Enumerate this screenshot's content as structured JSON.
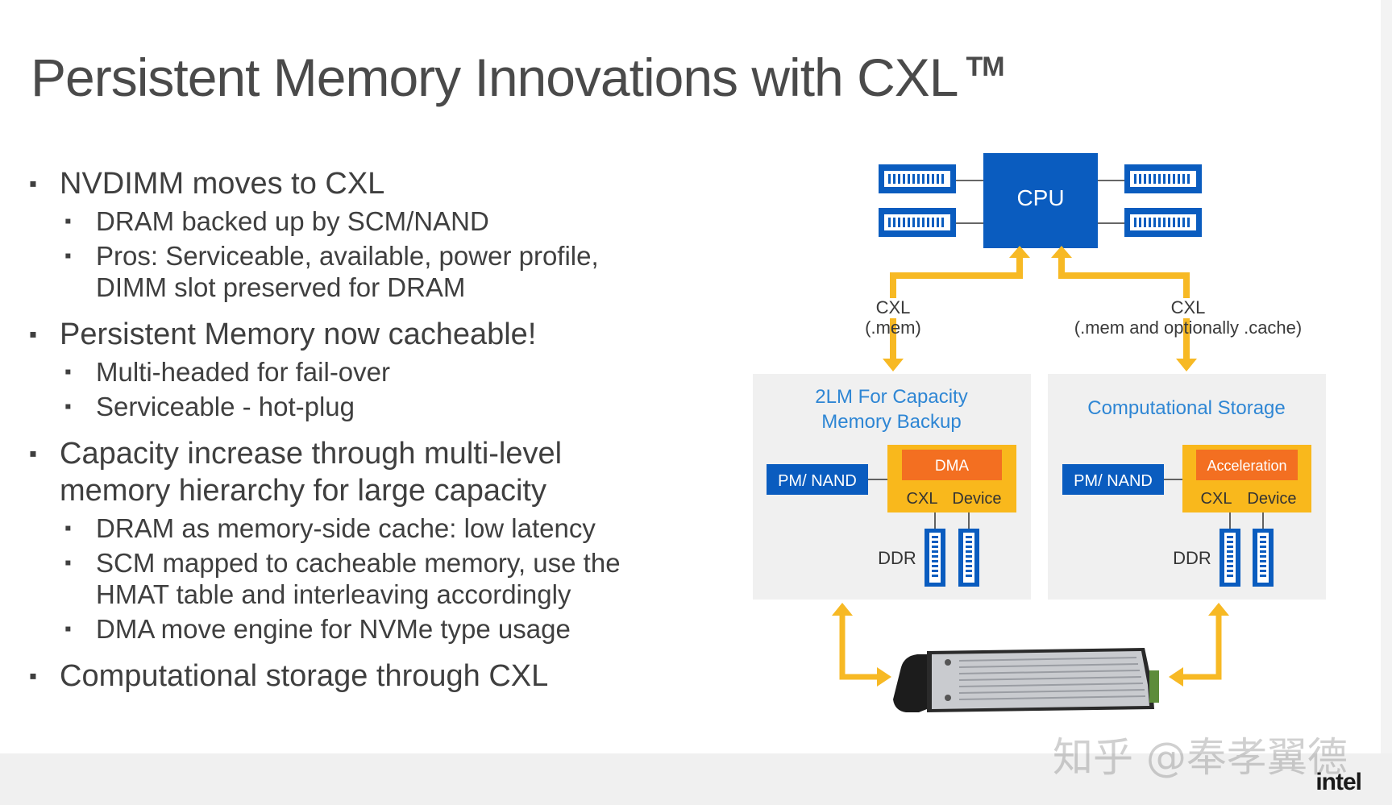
{
  "title": {
    "text": "Persistent Memory Innovations with CXL",
    "tm": "TM"
  },
  "bullets": [
    {
      "level": 1,
      "text": "NVDIMM moves to CXL"
    },
    {
      "level": 2,
      "text": "DRAM backed up by SCM/NAND"
    },
    {
      "level": 2,
      "text": "Pros: Serviceable, available, power profile,"
    },
    {
      "level": 3,
      "text": "DIMM slot preserved for DRAM"
    },
    {
      "level": 1,
      "text": "Persistent Memory now cacheable!"
    },
    {
      "level": 2,
      "text": "Multi-headed for fail-over"
    },
    {
      "level": 2,
      "text": "Serviceable - hot-plug"
    },
    {
      "level": 1,
      "text": "Capacity increase through multi-level"
    },
    {
      "level": 4,
      "text": "memory hierarchy for large capacity"
    },
    {
      "level": 2,
      "text": "DRAM as memory-side cache: low latency"
    },
    {
      "level": 2,
      "text": "SCM mapped to cacheable memory, use the"
    },
    {
      "level": 3,
      "text": "HMAT table and interleaving accordingly"
    },
    {
      "level": 2,
      "text": "DMA move engine for NVMe type usage"
    },
    {
      "level": 1,
      "text": "Computational storage through CXL"
    }
  ],
  "diagram": {
    "cpu_label": "CPU",
    "left_link": {
      "line1": "CXL",
      "line2": "(.mem)"
    },
    "right_link": {
      "line1": "CXL",
      "line2": "(.mem and optionally .cache)"
    },
    "left_panel": {
      "title_line1": "2LM For Capacity",
      "title_line2": "Memory Backup",
      "media_label": "PM/ NAND",
      "engine_label": "DMA",
      "cxl_label": "CXL",
      "device_label": "Device",
      "ddr_label": "DDR"
    },
    "right_panel": {
      "title_line1": "Computational Storage",
      "media_label": "PM/ NAND",
      "engine_label": "Acceleration",
      "cxl_label": "CXL",
      "device_label": "Device",
      "ddr_label": "DDR"
    }
  },
  "colors": {
    "intel_blue": "#0a5cbf",
    "arrow_yellow": "#f7b924",
    "device_yellow": "#f9b81c",
    "engine_orange": "#f36f21",
    "panel_gray": "#f0f0f0",
    "panel_title_blue": "#2e86d4"
  },
  "watermark": "知乎 @奉孝翼德",
  "logo": "intel"
}
